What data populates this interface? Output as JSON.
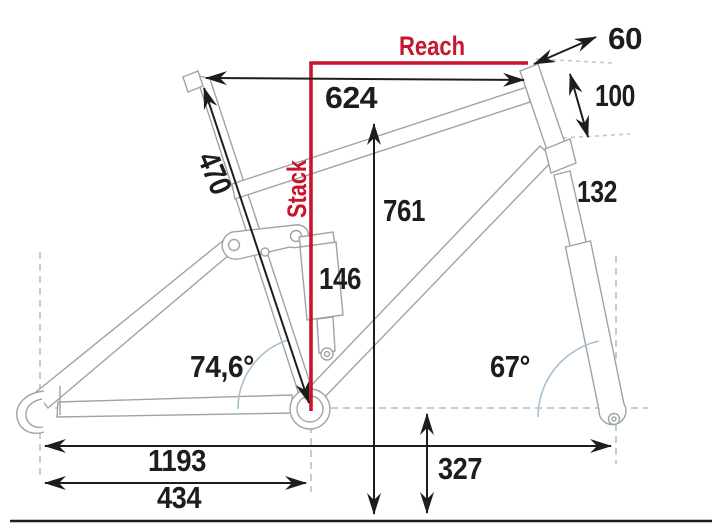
{
  "diagram": {
    "type": "bike-frame-geometry",
    "labels": {
      "reach": "Reach",
      "stack": "Stack"
    },
    "dimensions": {
      "upper_length": "624",
      "spacer_height": "60",
      "head_tube_length": "100",
      "fork_crown_length": "132",
      "seat_tube_length": "470",
      "front_height": "761",
      "shock_length": "146",
      "seat_tube_angle": "74,6°",
      "head_tube_angle": "67°",
      "wheelbase": "1193",
      "chainstay_length": "434",
      "bb_height": "327"
    },
    "colors": {
      "accent_red": "#c9152b",
      "dimension_black": "#1d1d1b",
      "frame_gray": "#9fa3a6",
      "reference_blue": "#a3c2d2"
    }
  }
}
